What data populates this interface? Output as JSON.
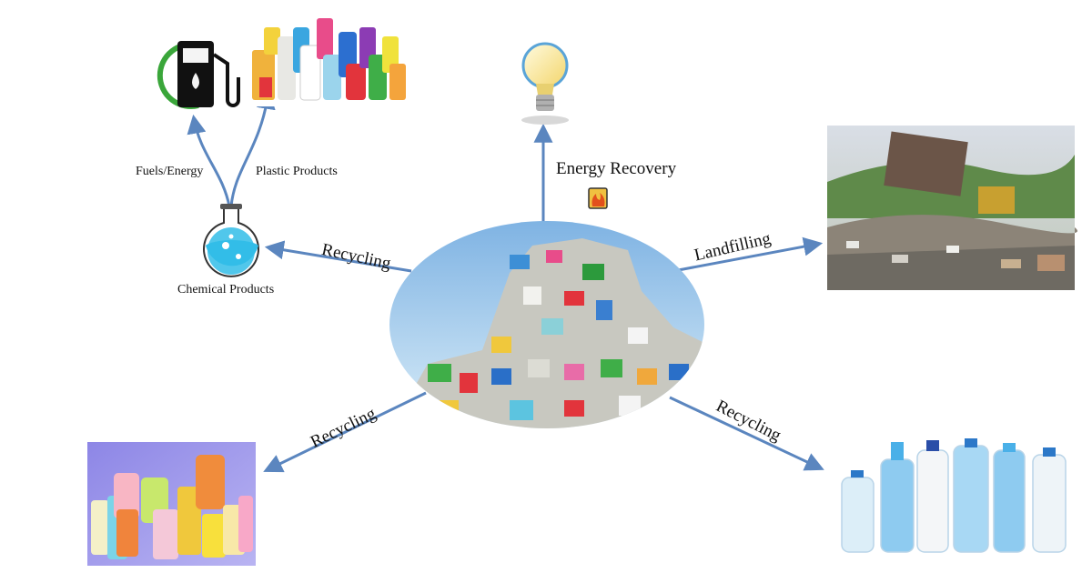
{
  "labels": {
    "fuels_energy": "Fuels/Energy",
    "plastic_products": "Plastic Products",
    "chemical_products": "Chemical Products",
    "energy_recovery": "Energy Recovery",
    "recycling_left": "Recycling",
    "landfilling": "Landfilling",
    "recycling_bottom_left": "Recycling",
    "recycling_bottom_right": "Recycling"
  },
  "colors": {
    "arrow": "#5b86bf",
    "sky": "#8fc0e8",
    "flask_liquid": "#33bde8",
    "fuel_ring": "#3aa63a"
  },
  "icons": {
    "fuel": "fuel-pump-icon",
    "bulb": "light-bulb-icon",
    "fire": "fire-icon",
    "flask": "flask-icon"
  }
}
